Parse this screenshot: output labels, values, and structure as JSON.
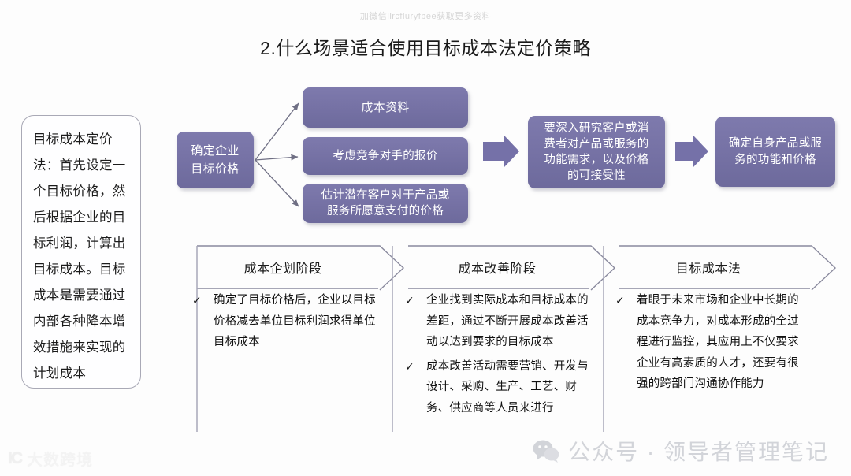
{
  "watermarks": {
    "top": "加微信llrcfluryfbee获取更多资料",
    "bottom_left_mark": "IC",
    "bottom_left_text": "大数跨境",
    "bottom_right_text": "公众号 · 领导者管理笔记"
  },
  "title": "2.什么场景适合使用目标成本法定价策略",
  "left_panel": {
    "text": "目标成本定价法：首先设定一个目标价格，然后根据企业的目标利润，计算出目标成本。目标成本是需要通过内部各种降本增效措施来实现的计划成本"
  },
  "flow": {
    "source": "确定企业\n目标价格",
    "source_line1": "确定企业",
    "source_line2": "目标价格",
    "branches": [
      {
        "id": "cost-data",
        "label": "成本资料"
      },
      {
        "id": "competitor-quote",
        "label": "考虑竞争对手的报价"
      },
      {
        "id": "customer-willingness_l1",
        "label": "估计潜在客户对于产品或"
      }
    ],
    "branch3_line1": "估计潜在客户对于产品或",
    "branch3_line2": "服务所愿意支付的价格",
    "research_line1": "要深入研究客户或消",
    "research_line2": "费者对产品或服务的",
    "research_line3": "功能需求，以及价格",
    "research_line4": "的可接受性",
    "confirm_line1": "确定自身产品或服",
    "confirm_line2": "务的功能和价格"
  },
  "stages": [
    {
      "header": "成本企划阶段",
      "bullets": [
        "确定了目标价格后，企业以目标价格减去单位目标利润求得单位目标成本"
      ]
    },
    {
      "header": "成本改善阶段",
      "bullets": [
        "企业找到实际成本和目标成本的差距，通过不断开展成本改善活动以达到要求的目标成本",
        "成本改善活动需要营销、开发与设计、采购、生产、工艺、财务、供应商等人员来进行"
      ]
    },
    {
      "header": "目标成本法",
      "bullets": [
        "着眼于未来市场和企业中长期的成本竞争力，对成本形成的全过程进行监控，其应用上不仅要求企业有高素质的人才，还要有很强的跨部门沟通协作能力"
      ]
    }
  ],
  "icons": {
    "check": "✓",
    "dot": "·"
  },
  "colors": {
    "purple_box": "#7571a8",
    "purple_box_dark": "#6d6a9c",
    "line_gray": "#6f6f84",
    "title_text": "#1a1a1a"
  }
}
